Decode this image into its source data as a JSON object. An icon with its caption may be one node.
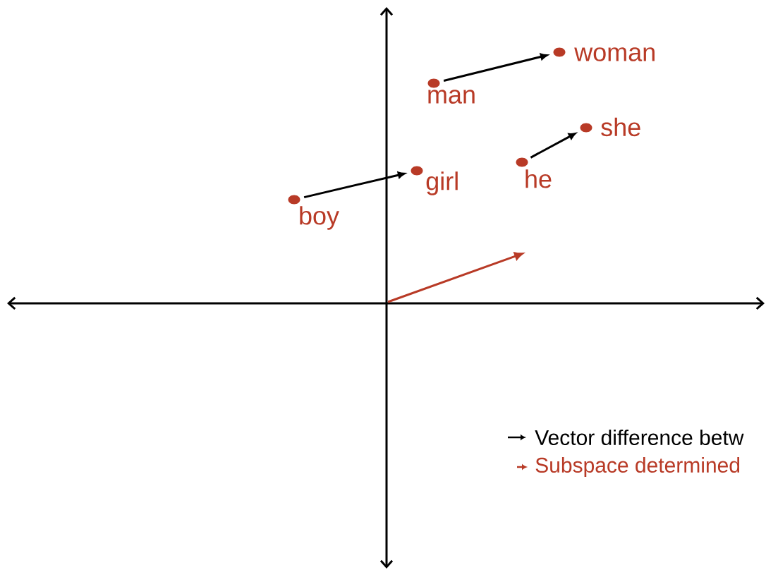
{
  "diagram": {
    "nodes": [
      {
        "text": [
          "woman"
        ]
      },
      {
        "text": [
          "man"
        ]
      },
      {
        "text": [
          "she"
        ]
      },
      {
        "text": [
          "girl"
        ]
      },
      {
        "text": [
          "he"
        ]
      },
      {
        "text": [
          "boy"
        ]
      }
    ],
    "edges": [
      {
        "from": 1,
        "to": 0,
        "arrow": "to"
      },
      {
        "from": 4,
        "to": 2,
        "arrow": "to"
      },
      {
        "from": 5,
        "to": 3,
        "arrow": "to"
      }
    ],
    "legend": [
      {
        "text": "Vector difference betw"
      },
      {
        "text": "Subspace determined"
      }
    ]
  }
}
